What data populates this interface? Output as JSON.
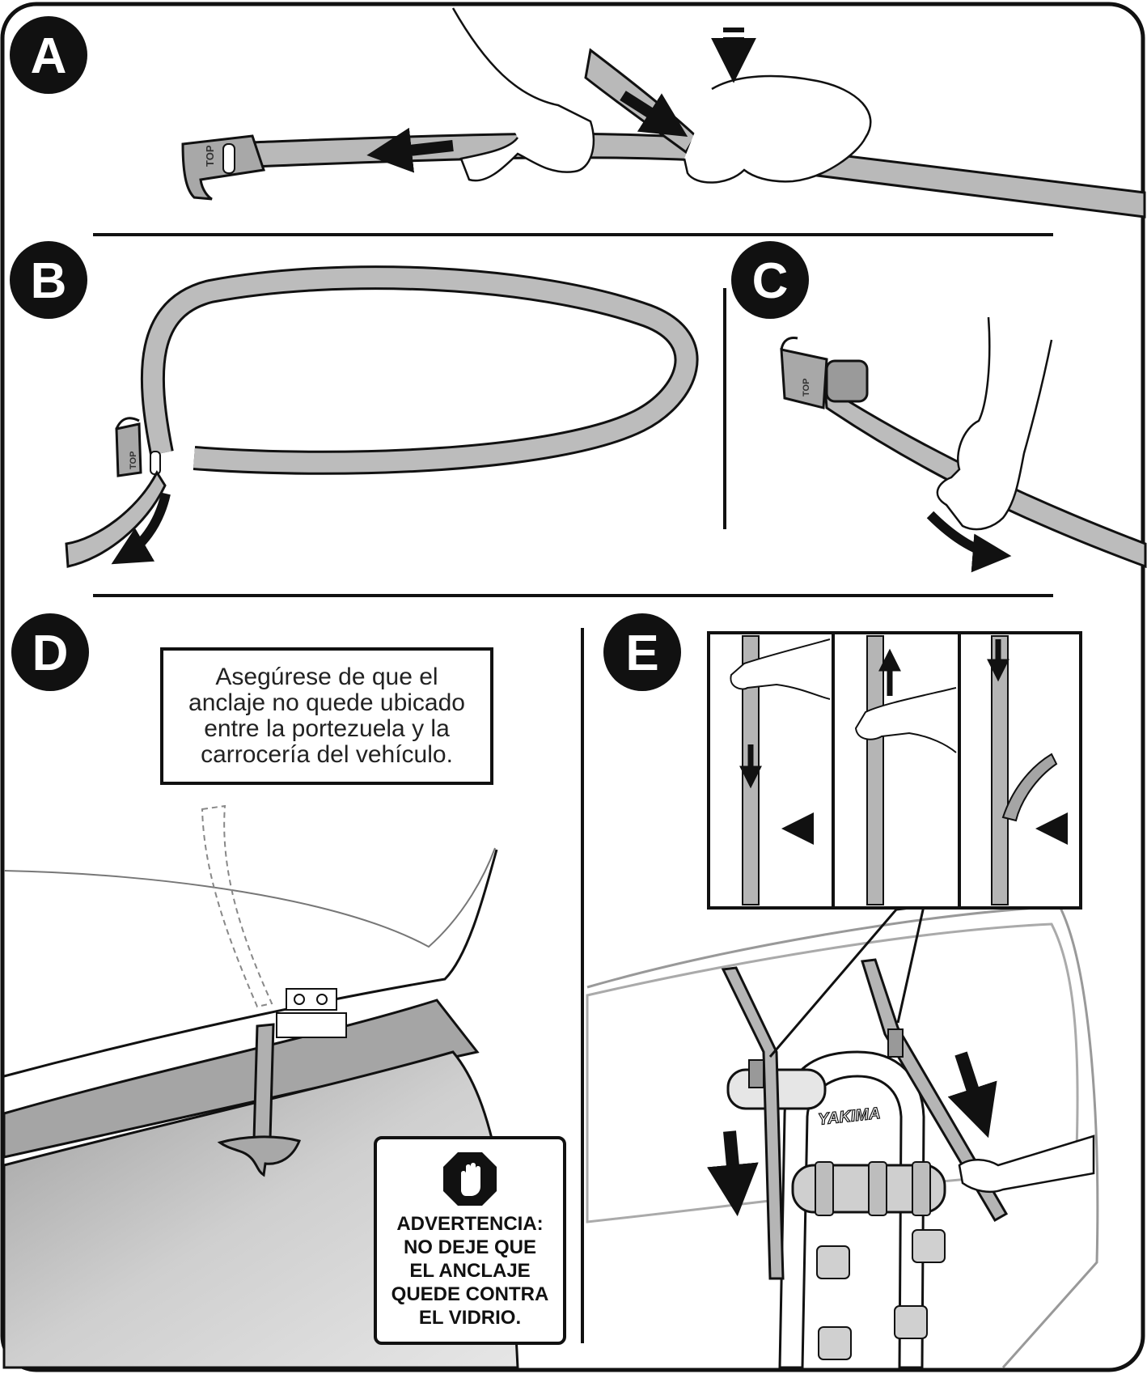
{
  "panels": {
    "a": {
      "letter": "A"
    },
    "b": {
      "letter": "B"
    },
    "c": {
      "letter": "C"
    },
    "d": {
      "letter": "D",
      "note_text": "Asegúrese de que el\nanclaje no quede ubicado\nentre la portezuela y la\ncarrocería del vehículo.",
      "warning_text": "ADVERTENCIA:\nNO DEJE QUE\nEL ANCLAJE\nQUEDE CONTRA\nEL VIDRIO.",
      "warning_icon": "stop-hand-icon"
    },
    "e": {
      "letter": "E",
      "brand_label": "YAKIMA"
    }
  },
  "strap_marking": "TOP",
  "colors": {
    "ink": "#111111",
    "strap_gray": "#b9b9b9",
    "strap_dark": "#9a9a9a",
    "car_gray": "#d4d4d4",
    "paper": "#ffffff"
  }
}
